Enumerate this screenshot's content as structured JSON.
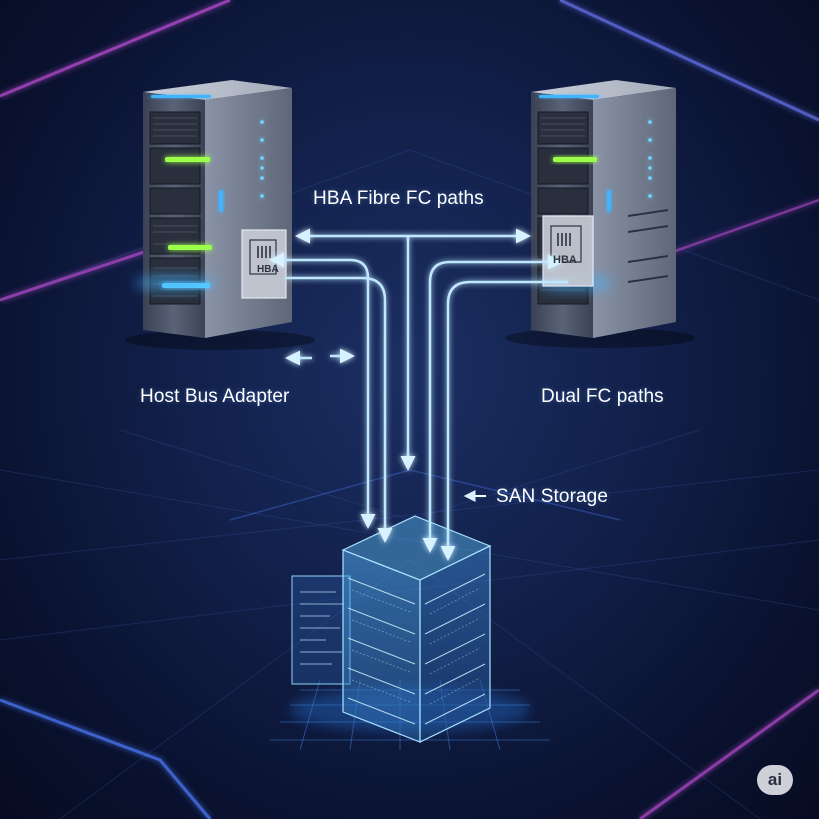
{
  "labels": {
    "hba_fibre_fc_paths": "HBA Fibre FC paths",
    "host_bus_adapter": "Host Bus Adapter",
    "dual_fc_paths": "Dual FC paths",
    "san_storage": "SAN Storage",
    "hba_card_left": "HBA",
    "hba_card_right": "HBA",
    "watermark": "ai"
  },
  "colors": {
    "background": "#0e1a40",
    "fibre_path": "#bfe8ff",
    "led_green": "#9cff4a",
    "led_blue": "#3fb4ff",
    "neon_pink": "#c04fd9",
    "neon_blue": "#4d7dff"
  },
  "icons": [
    "server-tower-icon",
    "hba-card-icon",
    "san-storage-cube-icon",
    "double-arrow-icon",
    "left-arrow-icon"
  ]
}
